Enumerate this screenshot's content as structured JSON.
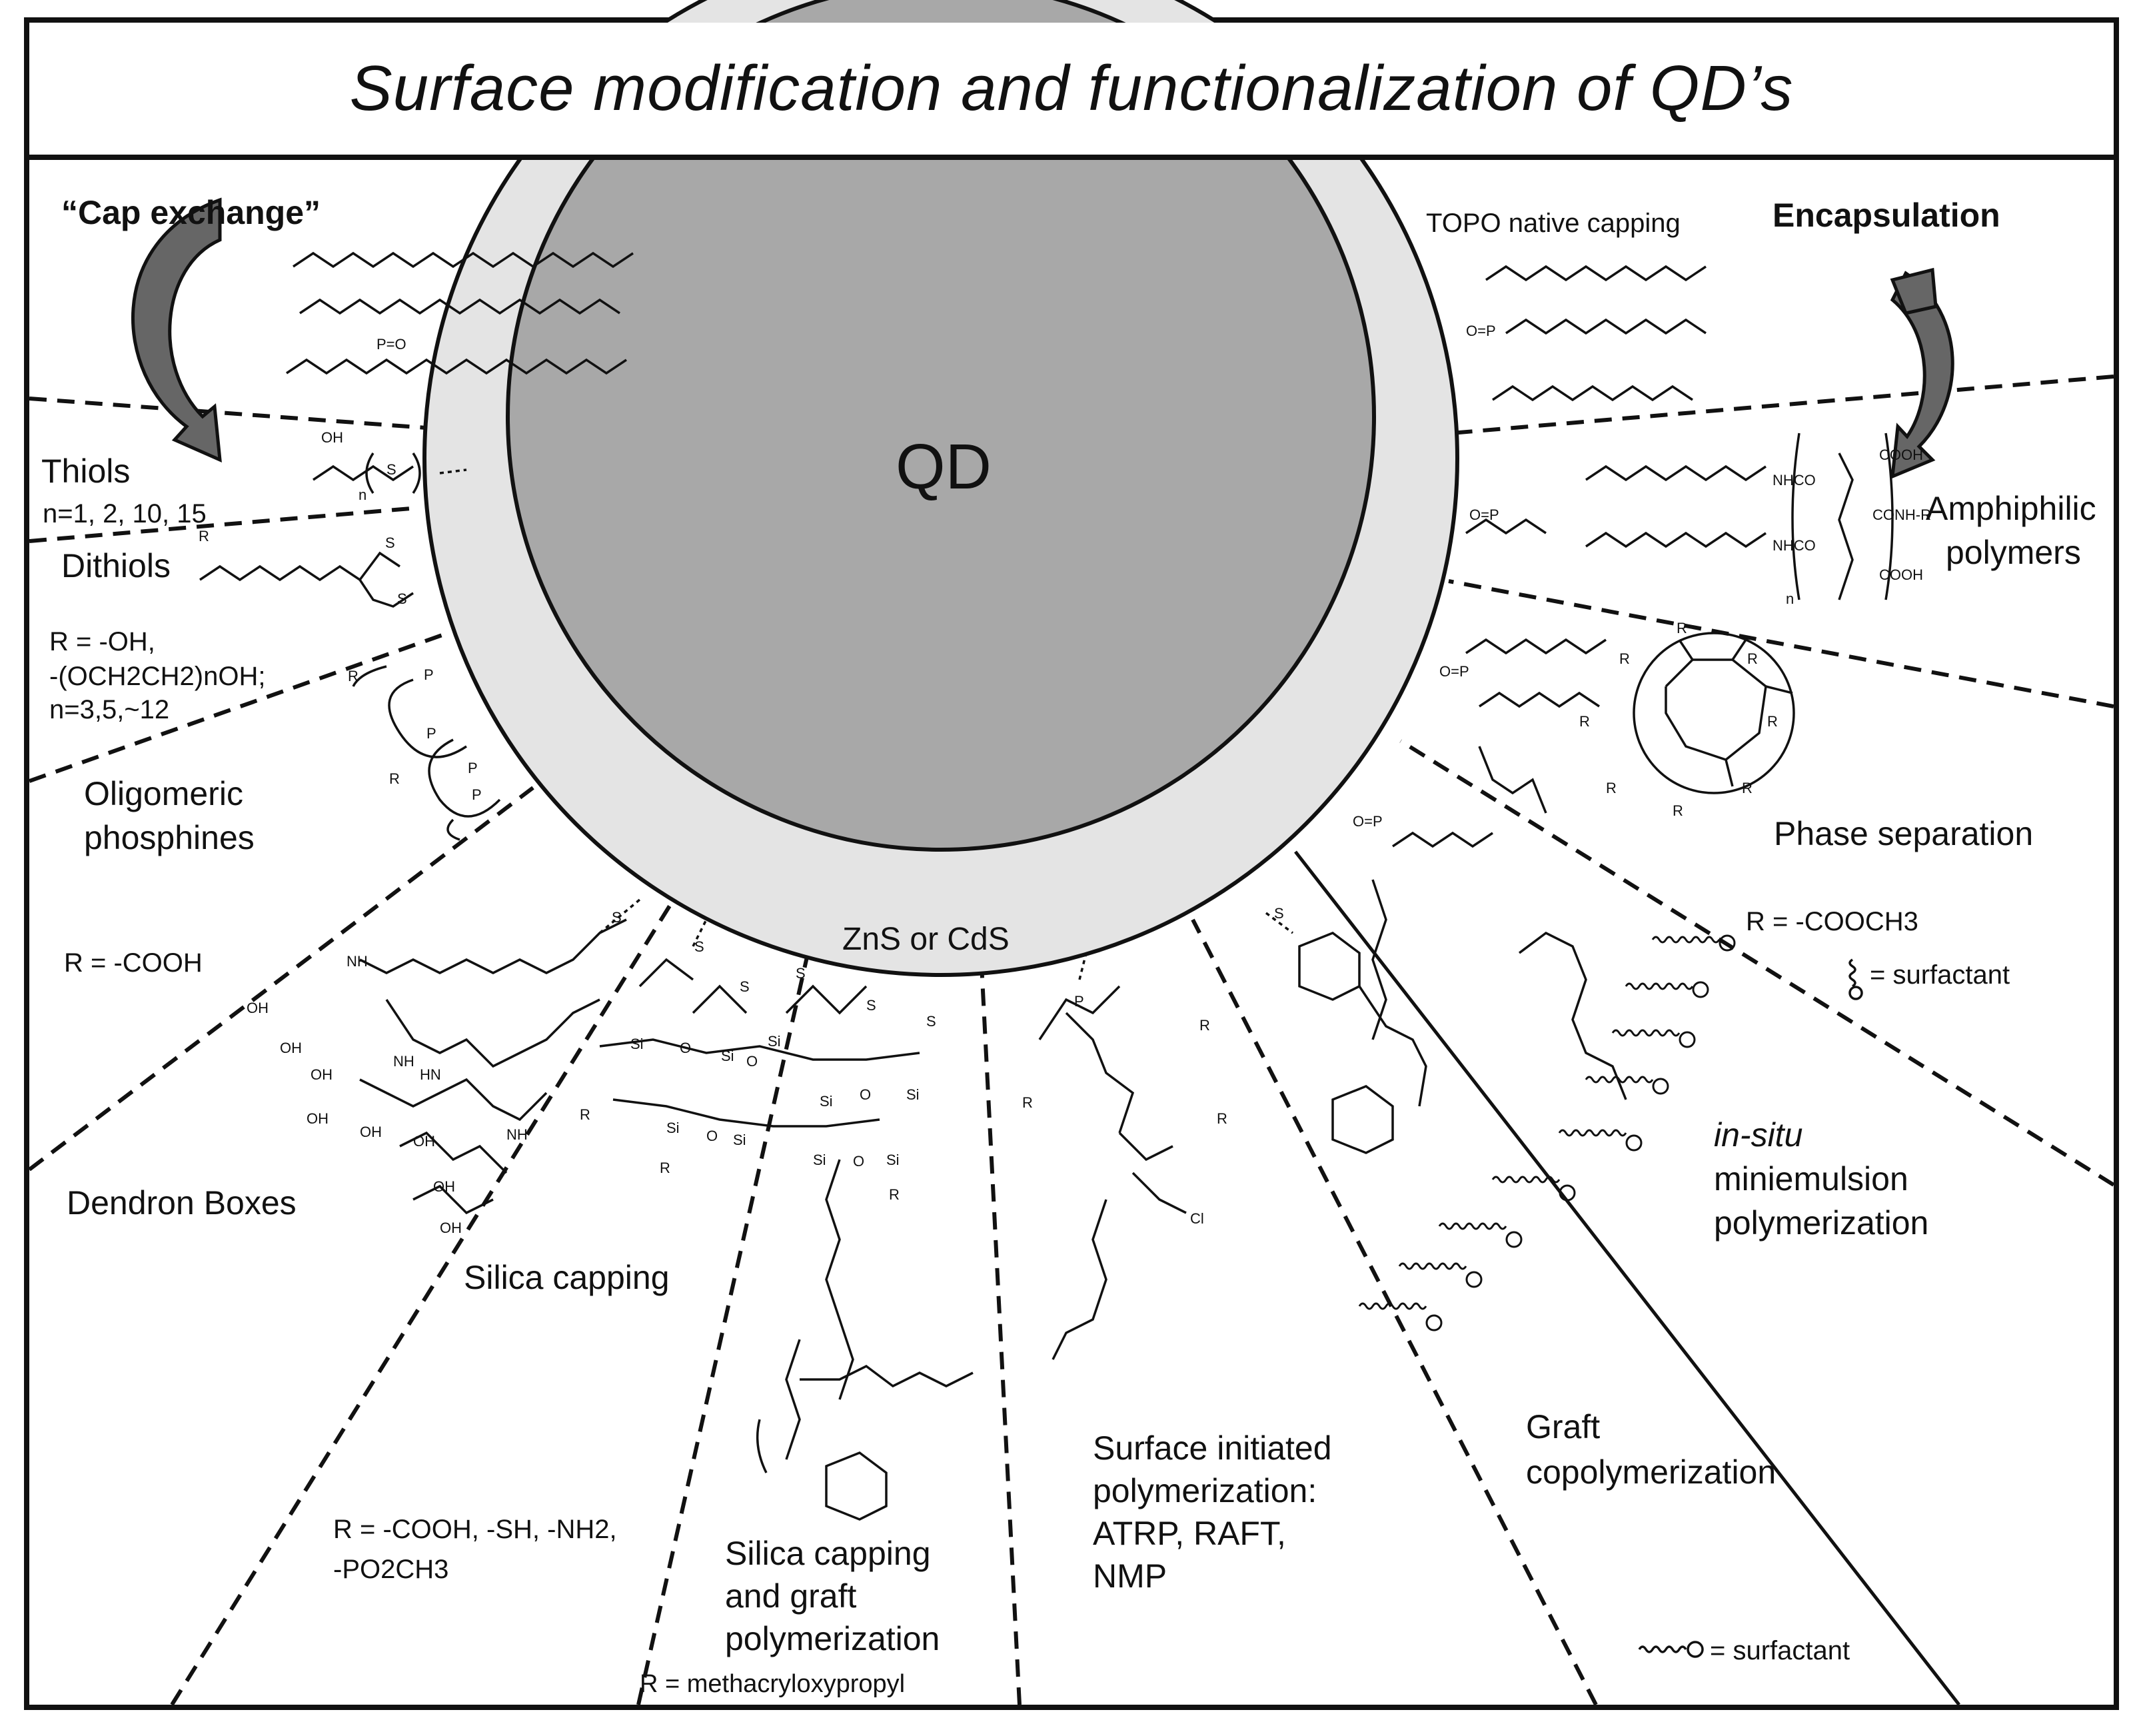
{
  "title": "Surface modification and functionalization of QD’s",
  "core_label": "QD",
  "shell_label": "ZnS or CdS",
  "colors": {
    "core": "#a8a8a8",
    "shell": "#e4e4e4",
    "line": "#111111"
  },
  "labels": {
    "cap_exchange": "“Cap exchange”",
    "encapsulation": "Encapsulation",
    "topo": "TOPO native capping",
    "thiols": "Thiols",
    "thiols_n": "n=1, 2, 10, 15",
    "dithiols": "Dithiols",
    "dithiols_r1": "R = -OH,",
    "dithiols_r2": "-(OCH2CH2)nOH;",
    "dithiols_r3": "n=3,5,~12",
    "oligo1": "Oligomeric",
    "oligo2": "phosphines",
    "r_cooh": "R = -COOH",
    "dendron": "Dendron Boxes",
    "silica": "Silica capping",
    "silica_r1": "R = -COOH, -SH, -NH2,",
    "silica_r2": "-PO2CH3",
    "graft1": "Silica capping",
    "graft2": "and graft",
    "graft3": "polymerization",
    "graft_r": "R = methacryloxypropyl",
    "sip1": "Surface initiated",
    "sip2": "polymerization:",
    "sip3": "ATRP, RAFT,",
    "sip4": "NMP",
    "gc1": "Graft",
    "gc2": "copolymerization",
    "surf_legend": "= surfactant",
    "insitu1": "in-situ",
    "insitu2": "miniemulsion",
    "insitu3": "polymerization",
    "phase": "Phase separation",
    "r_cooch3": "R = -COOCH3",
    "surf_legend2": "= surfactant",
    "amph1": "Amphiphilic",
    "amph2": "polymers",
    "chem_oh": "OH",
    "chem_s": "S",
    "chem_p": "P",
    "chem_po": "P=O",
    "chem_op": "O=P",
    "chem_r": "R",
    "chem_n": "n",
    "chem_si": "Si",
    "chem_o": "O",
    "chem_nh": "NH",
    "chem_hn": "HN",
    "chem_cooh": "COOH",
    "chem_conhr": "CONH-R",
    "chem_nhco": "NHCO",
    "chem_cl": "Cl"
  }
}
